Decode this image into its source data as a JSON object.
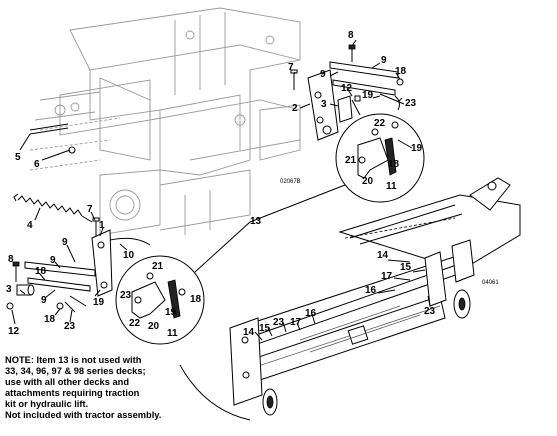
{
  "callouts": {
    "c1": "1",
    "c2": "2",
    "c3": "3",
    "c4": "4",
    "c5": "5",
    "c6": "6",
    "c7a": "7",
    "c7b": "7",
    "c8a": "8",
    "c8b": "8",
    "c9a": "9",
    "c9b": "9",
    "c9c": "9",
    "c9d": "9",
    "c10": "10",
    "c11a": "11",
    "c11b": "11",
    "c12a": "12",
    "c12b": "12",
    "c13": "13",
    "c14a": "14",
    "c14b": "14",
    "c15a": "15",
    "c15b": "15",
    "c16a": "16",
    "c16b": "16",
    "c17a": "17",
    "c17b": "17",
    "c18a": "18",
    "c18b": "18",
    "c18c": "18",
    "c18d": "18",
    "c19a": "19",
    "c19b": "19",
    "c19c": "19",
    "c19d": "19",
    "c20a": "20",
    "c20b": "20",
    "c21a": "21",
    "c21b": "21",
    "c22a": "22",
    "c22b": "22",
    "c23a": "23",
    "c23b": "23",
    "c23c": "23",
    "c23d": "23"
  },
  "refs": {
    "r1": "02067B",
    "r2": "04061"
  },
  "note": {
    "line1": "NOTE:  Item 13 is not used with",
    "line2": "33, 34, 96, 97 & 98 series decks;",
    "line3": "use with all other decks and",
    "line4": "attachments requiring traction",
    "line5": "kit or hydraulic lift.",
    "line6": "Not included with tractor assembly."
  }
}
